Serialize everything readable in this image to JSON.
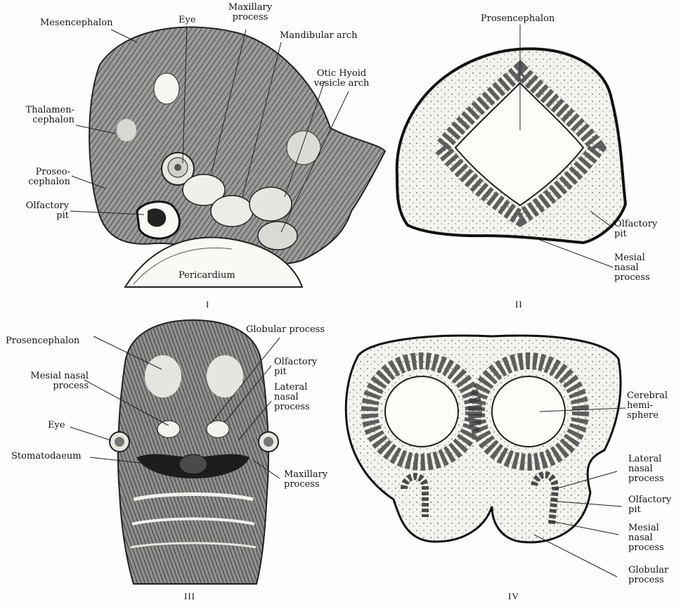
{
  "panels": [
    {
      "numeral": "I",
      "labels": {
        "mesencephalon": "Mesencephalon",
        "eye": "Eye",
        "maxillary": "Maxillary\nprocess",
        "mandibular": "Mandibular arch",
        "otic_hyoid": "Otic Hyoid\nvesicle arch",
        "thalamencephalon": "Thalamen-\ncephalon",
        "proseocephalon": "Proseo-\ncephalon",
        "olfactory": "Olfactory\npit",
        "pericardium": "Pericardium"
      }
    },
    {
      "numeral": "II",
      "labels": {
        "prosencephalon": "Prosencephalon",
        "olfactory": "Olfactory\npit",
        "mesial": "Mesial\nnasal\nprocess"
      }
    },
    {
      "numeral": "III",
      "labels": {
        "prosencephalon": "Prosencephalon",
        "globular": "Globular process",
        "mesial": "Mesial nasal\nprocess",
        "olfactory": "Olfactory\npit",
        "lateral": "Lateral\nnasal\nprocess",
        "eye": "Eye",
        "stomatodaeum": "Stomatodaeum",
        "maxillary": "Maxillary\nprocess"
      }
    },
    {
      "numeral": "IV",
      "labels": {
        "cerebral": "Cerebral\nhemi-\nsphere",
        "lateral": "Lateral\nnasal\nprocess",
        "olfactory": "Olfactory\npit",
        "mesial": "Mesial\nnasal\nprocess",
        "globular": "Globular\nprocess"
      }
    }
  ]
}
